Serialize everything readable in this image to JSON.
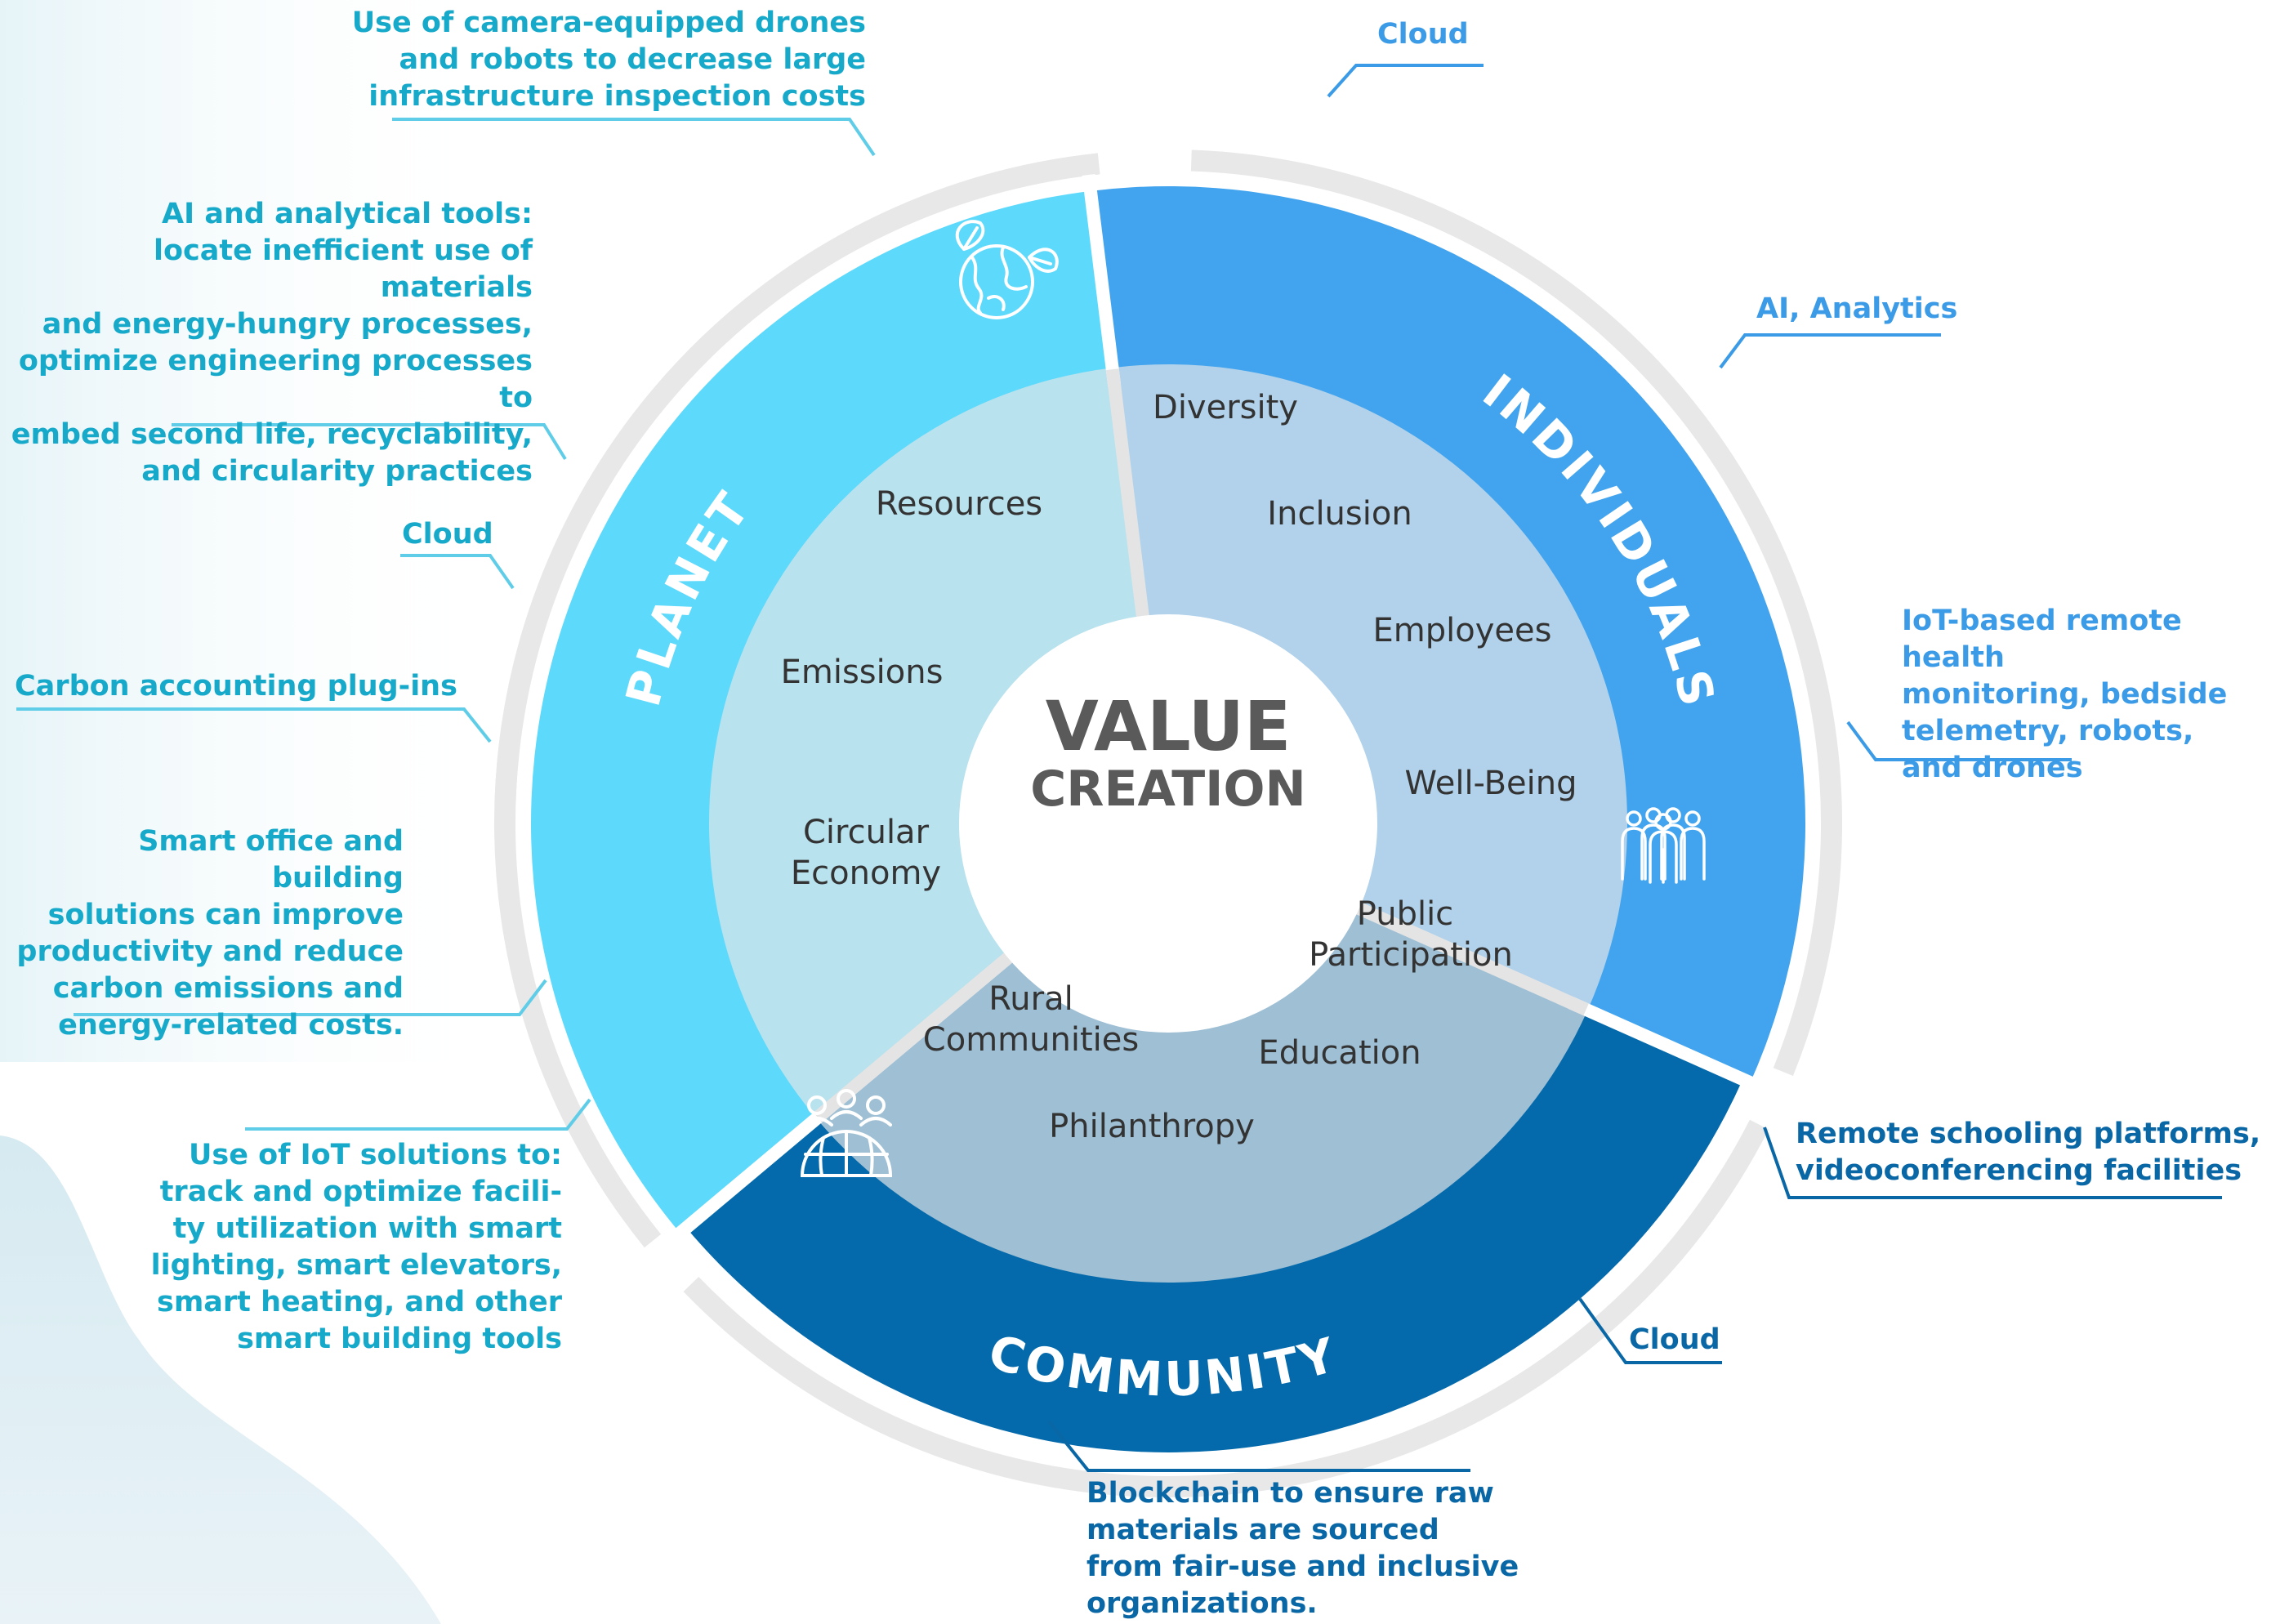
{
  "center": {
    "line1": "VALUE",
    "line2": "CREATION"
  },
  "segments": {
    "planet": {
      "label": "PLANET",
      "color": "#5cd9fb",
      "inner_color": "#b8e2ee",
      "icon": "earth-leaves-icon",
      "items": {
        "resources": "Resources",
        "emissions": "Emissions",
        "circular_1": "Circular",
        "circular_2": "Economy"
      }
    },
    "individuals": {
      "label": "INDIVIDUALS",
      "color": "#42a4ee",
      "inner_color": "#b1d2ea",
      "icon": "people-group-icon",
      "items": {
        "diversity": "Diversity",
        "inclusion": "Inclusion",
        "employees": "Employees",
        "wellbeing": "Well-Being"
      }
    },
    "community": {
      "label": "COMMUNITY",
      "color": "#056aab",
      "inner_color": "#9ebfd4",
      "icon": "community-globe-icon",
      "items": {
        "public_1": "Public",
        "public_2": "Participation",
        "rural_1": "Rural",
        "rural_2": "Communities",
        "education": "Education",
        "philanthropy": "Philanthropy"
      }
    }
  },
  "callouts": {
    "drones": {
      "lines": [
        "Use of camera-equipped drones",
        "and robots to decrease large",
        "infrastructure inspection costs"
      ]
    },
    "ai_tools": {
      "lines": [
        "AI and analytical tools:",
        "locate inefficient use of materials",
        "and energy-hungry processes,",
        "optimize engineering processes to",
        "embed second life, recyclability,",
        "and circularity practices"
      ]
    },
    "cloud_left": {
      "lines": [
        "Cloud"
      ]
    },
    "carbon": {
      "lines": [
        "Carbon accounting plug-ins"
      ]
    },
    "smart_office": {
      "lines": [
        "Smart office and building",
        "solutions can improve",
        "productivity and reduce",
        "carbon emissions and",
        "energy-related costs."
      ]
    },
    "iot_solutions": {
      "lines": [
        "Use of  IoT solutions to:",
        "track and optimize facili-",
        "ty utilization with smart",
        "lighting, smart elevators,",
        "smart heating, and other",
        "smart building tools"
      ]
    },
    "cloud_top": {
      "lines": [
        "Cloud"
      ]
    },
    "ai_analytics": {
      "lines": [
        "AI, Analytics"
      ]
    },
    "iot_health": {
      "lines": [
        "IoT-based remote health",
        "monitoring, bedside",
        "telemetry, robots,",
        "and drones"
      ]
    },
    "schooling": {
      "lines": [
        "Remote schooling platforms,",
        "videoconferencing facilities"
      ]
    },
    "cloud_bottom": {
      "lines": [
        "Cloud"
      ]
    },
    "blockchain": {
      "lines": [
        "Blockchain to ensure raw",
        "materials are sourced",
        "from fair-use and inclusive",
        "organizations."
      ]
    }
  },
  "colors": {
    "planet_text": "#17a9c9",
    "individuals_text": "#3b9be6",
    "community_text": "#0a67a6",
    "outer_ring": "#e8e8e8",
    "center_text": "#5a5a5a",
    "item_text": "#333333"
  }
}
